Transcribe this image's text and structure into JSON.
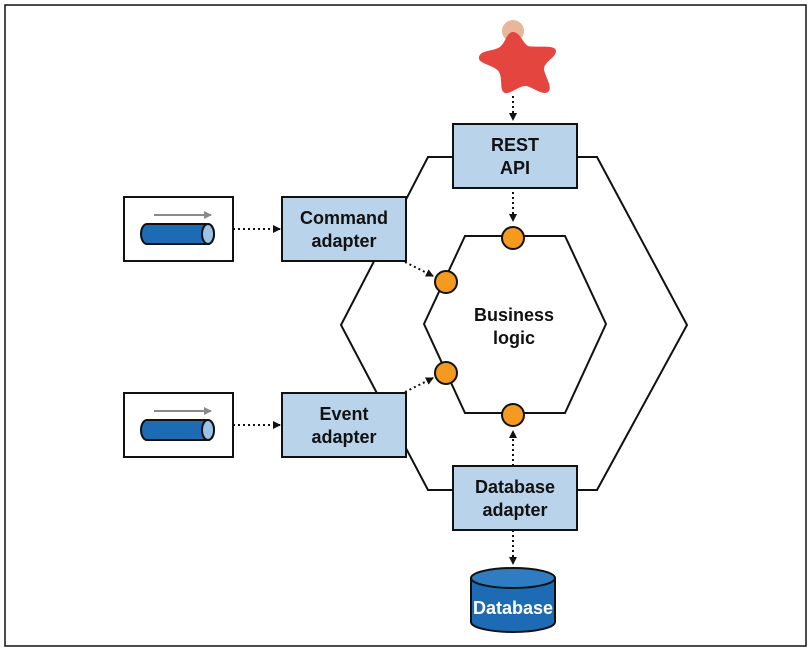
{
  "diagram": {
    "rest_api": {
      "line1": "REST",
      "line2": "API"
    },
    "command_adapter": {
      "line1": "Command",
      "line2": "adapter"
    },
    "event_adapter": {
      "line1": "Event",
      "line2": "adapter"
    },
    "database_adapter": {
      "line1": "Database",
      "line2": "adapter"
    },
    "business_logic": {
      "line1": "Business",
      "line2": "logic"
    },
    "database": {
      "label": "Database"
    }
  },
  "colors": {
    "adapter_fill": "#b9d3ea",
    "port_fill": "#f39a1f",
    "cylinder_fill": "#1d6bb5",
    "actor_head": "#e8b79a",
    "actor_body": "#e5453f",
    "outline": "#111111"
  },
  "icons": [
    "user-icon",
    "message-channel-icon",
    "database-icon"
  ]
}
